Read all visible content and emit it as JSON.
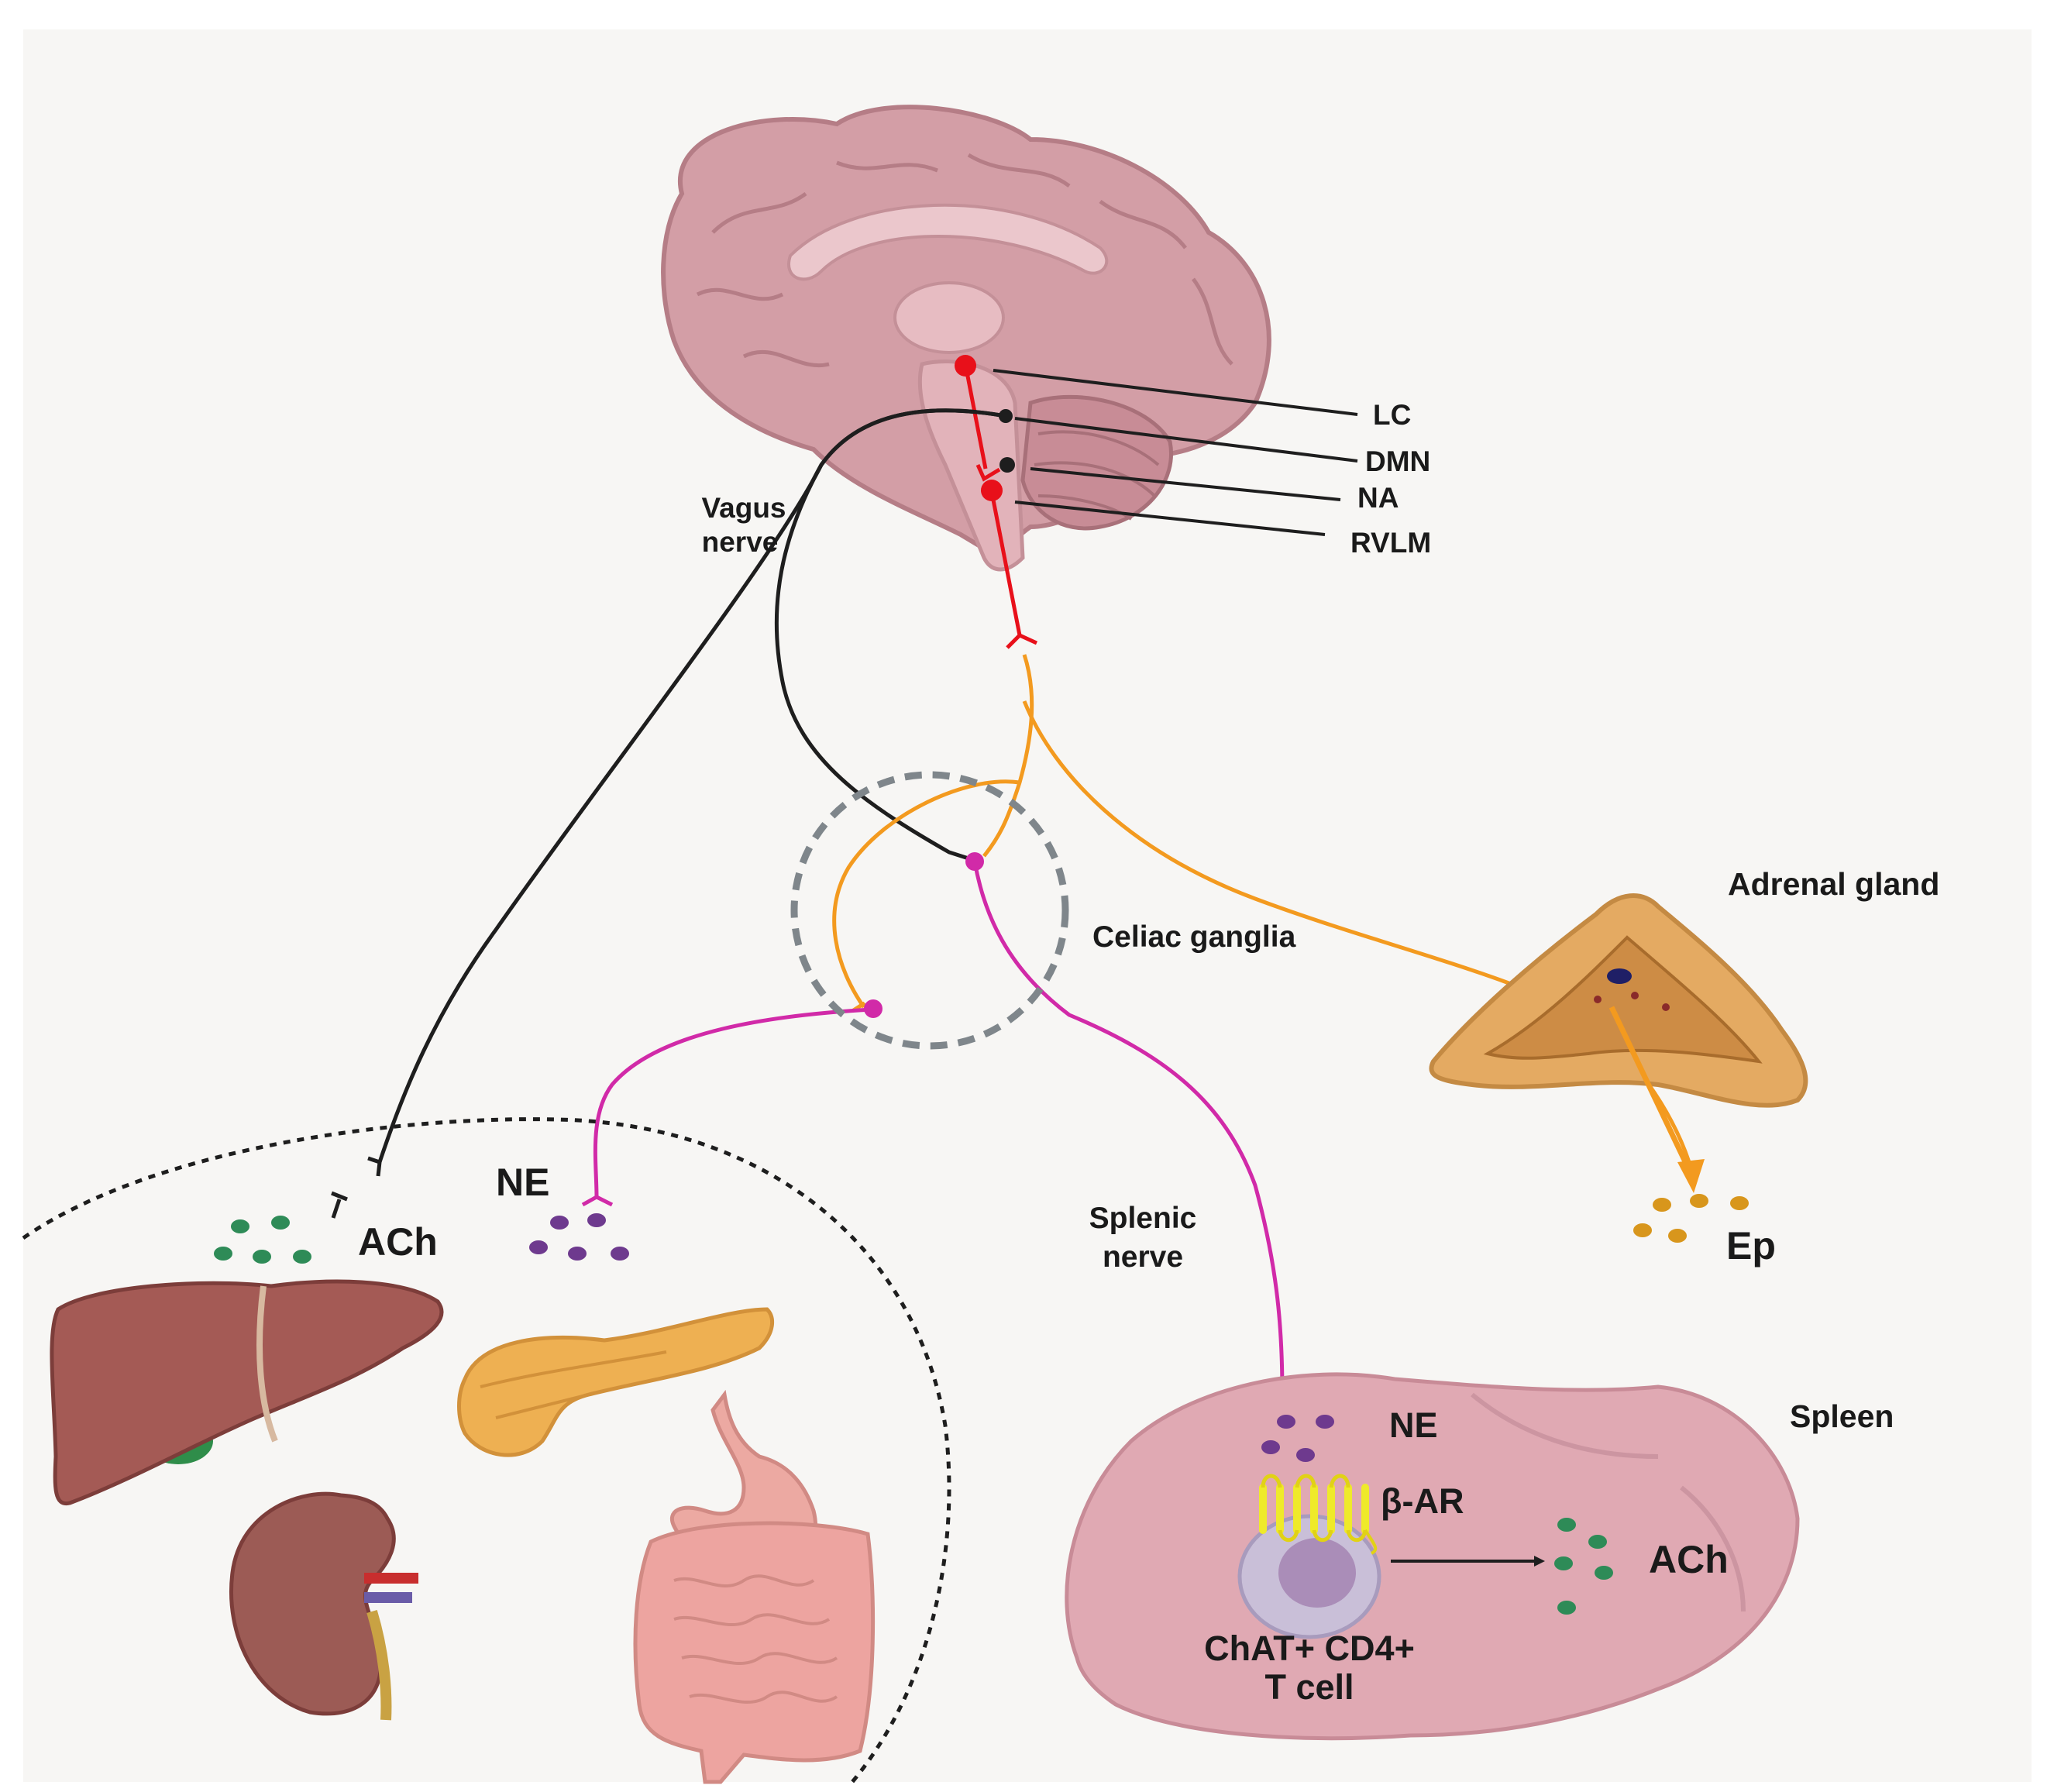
{
  "brain_nuclei": {
    "lc": "LC",
    "dmn": "DMN",
    "na": "NA",
    "rvlm": "RVLM"
  },
  "nerves": {
    "vagus_line1": "Vagus",
    "vagus_line2": "nerve",
    "splenic_line1": "Splenic",
    "splenic_line2": "nerve"
  },
  "ganglia": {
    "celiac": "Celiac ganglia"
  },
  "adrenal": {
    "title": "Adrenal gland",
    "secretion": "Ep"
  },
  "viscera": {
    "ach": "ACh",
    "ne": "NE"
  },
  "spleen": {
    "title": "Spleen",
    "ne": "NE",
    "receptor": "β-AR",
    "ach": "ACh",
    "cell_line1": "ChAT+ CD4+",
    "cell_line2": "T cell"
  },
  "colors": {
    "vagus": "#1e1e1e",
    "sympathetic_central": "#e8101a",
    "preganglionic": "#f39a1f",
    "postganglionic": "#d12aa8",
    "ach_vesicle": "#2e8b57",
    "ne_vesicle": "#6e3a8e",
    "ep_vesicle": "#d8961c",
    "brain": "#d39ea6",
    "spleen": "#e0a9b3",
    "background": "#f7f6f4"
  }
}
